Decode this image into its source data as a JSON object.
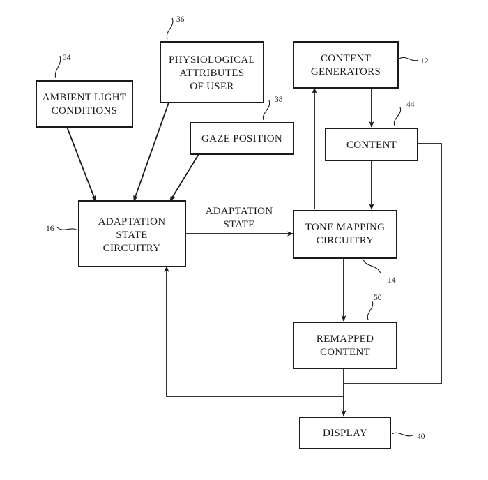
{
  "boxes": {
    "ambient_light": [
      "AMBIENT LIGHT",
      "CONDITIONS"
    ],
    "physiological": [
      "PHYSIOLOGICAL",
      "ATTRIBUTES",
      "OF USER"
    ],
    "gaze_position": [
      "GAZE POSITION"
    ],
    "adaptation_state_circuitry": [
      "ADAPTATION",
      "STATE",
      "CIRCUITRY"
    ],
    "content_generators": [
      "CONTENT",
      "GENERATORS"
    ],
    "content": [
      "CONTENT"
    ],
    "tone_mapping": [
      "TONE MAPPING",
      "CIRCUITRY"
    ],
    "remapped_content": [
      "REMAPPED",
      "CONTENT"
    ],
    "display": [
      "DISPLAY"
    ]
  },
  "edge_labels": {
    "adaptation_state": [
      "ADAPTATION",
      "STATE"
    ]
  },
  "refs": {
    "ambient_light": "34",
    "physiological": "36",
    "gaze_position": "38",
    "adaptation_state_circuitry": "16",
    "content_generators": "12",
    "content": "44",
    "tone_mapping": "14",
    "remapped_content": "50",
    "display": "40"
  }
}
